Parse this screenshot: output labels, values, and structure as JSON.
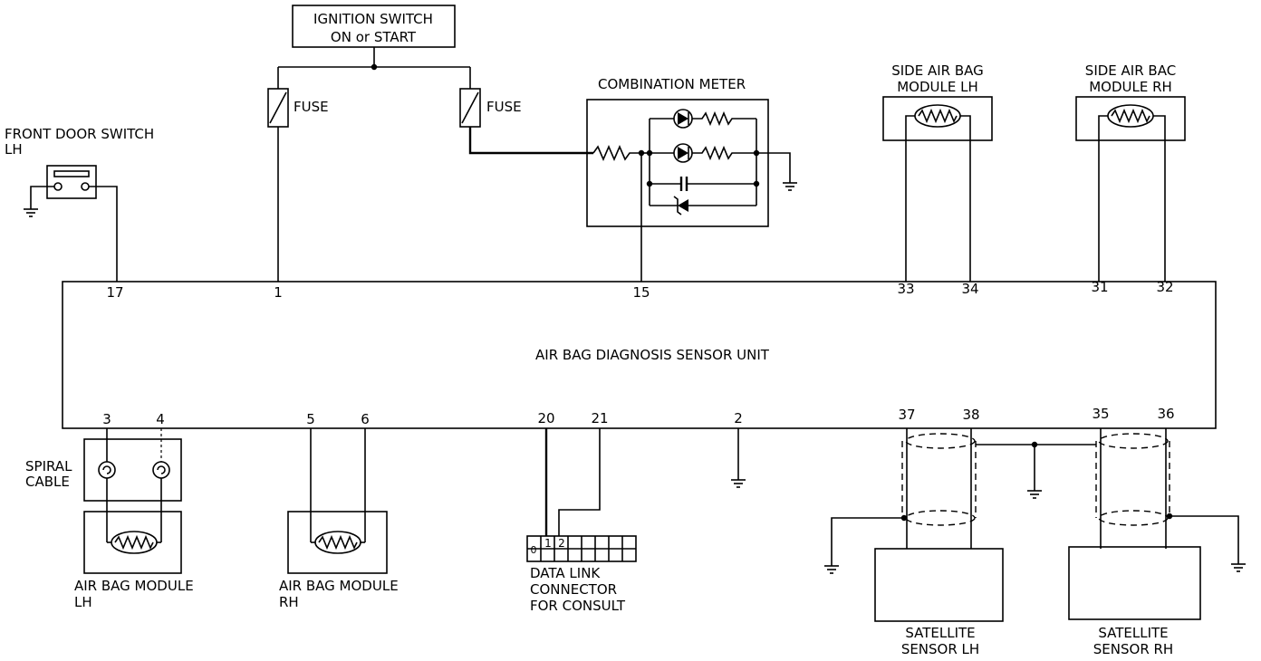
{
  "ignition_switch": {
    "line1": "IGNITION SWITCH",
    "line2": "ON or START"
  },
  "fuse_label": "FUSE",
  "combination_meter": "COMBINATION METER",
  "front_door_switch": {
    "line1": "FRONT DOOR SWITCH",
    "line2": "LH"
  },
  "side_air_bag_lh": {
    "line1": "SIDE AIR BAG",
    "line2": "MODULE LH"
  },
  "side_air_bag_rh": {
    "line1": "SIDE AIR BAC",
    "line2": "MODULE RH"
  },
  "unit_label": "AIR BAG DIAGNOSIS SENSOR UNIT",
  "terminals_top": {
    "t17": "17",
    "t1": "1",
    "t15": "15",
    "t33": "33",
    "t34": "34",
    "t31": "31",
    "t32": "32"
  },
  "terminals_bottom": {
    "t3": "3",
    "t4": "4",
    "t5": "5",
    "t6": "6",
    "t20": "20",
    "t21": "21",
    "t2": "2",
    "t37": "37",
    "t38": "38",
    "t35": "35",
    "t36": "36"
  },
  "spiral_cable": {
    "line1": "SPIRAL",
    "line2": "CABLE"
  },
  "air_bag_module_lh": {
    "line1": "AIR BAG MODULE",
    "line2": "LH"
  },
  "air_bag_module_rh": {
    "line1": "AIR BAG MODULE",
    "line2": "RH"
  },
  "data_link_connector": {
    "line1": "DATA LINK",
    "line2": "CONNECTOR",
    "line3": "FOR CONSULT",
    "pin_0": "0",
    "pin_1": "1",
    "pin_2": "2"
  },
  "satellite_sensor_lh": {
    "line1": "SATELLITE",
    "line2": "SENSOR LH"
  },
  "satellite_sensor_rh": {
    "line1": "SATELLITE",
    "line2": "SENSOR RH"
  }
}
